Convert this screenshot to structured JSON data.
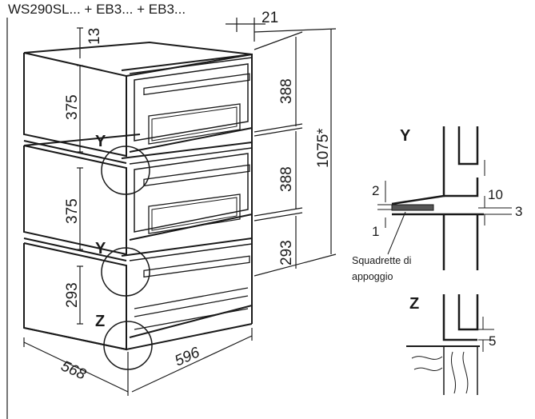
{
  "header": {
    "model_title": "WS290SL... + EB3... + EB3..."
  },
  "dimensions": {
    "top_gap": "13",
    "depth_offset": "21",
    "cavity_upper": "375",
    "cavity_middle": "375",
    "cavity_lower": "293",
    "appliance_upper": "388",
    "appliance_middle": "388",
    "appliance_lower": "293",
    "total_height": "1075*",
    "depth": "568",
    "width": "596"
  },
  "detail_labels": {
    "y_upper": "Y",
    "y_lower": "Y",
    "z": "Z",
    "detail_y": "Y",
    "detail_z": "Z"
  },
  "detail_y": {
    "dim_2": "2",
    "dim_1": "1",
    "dim_10": "10",
    "dim_3": "3",
    "caption_line1": "Squadrette di",
    "caption_line2": "appoggio"
  },
  "detail_z": {
    "dim_5": "5"
  },
  "colors": {
    "line": "#1a1a1a",
    "background": "#ffffff",
    "bracket_fill": "#555555"
  }
}
